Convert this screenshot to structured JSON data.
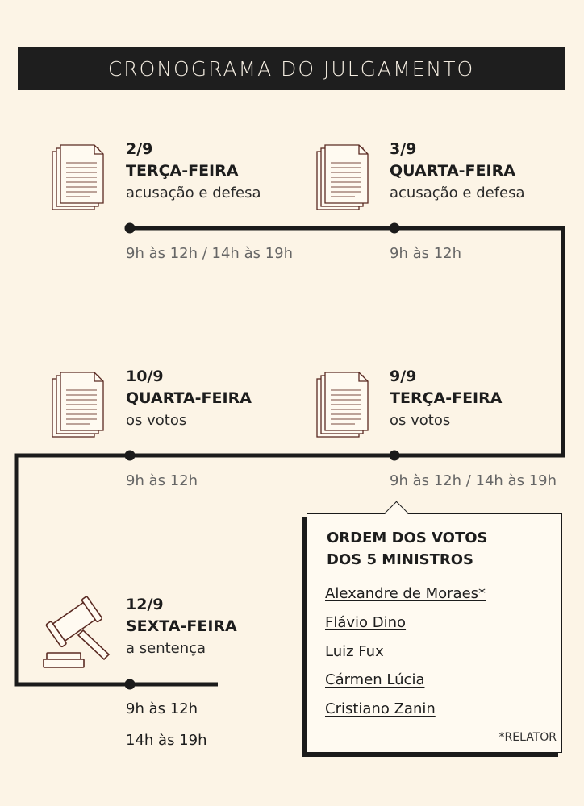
{
  "header": {
    "title": "CRONOGRAMA DO JULGAMENTO"
  },
  "sessions": [
    {
      "date": "2/9",
      "weekday": "TERÇA-FEIRA",
      "topic": "acusação e defesa",
      "time": "9h às 12h / 14h às 19h",
      "icon": "document-stack-icon"
    },
    {
      "date": "3/9",
      "weekday": "QUARTA-FEIRA",
      "topic": "acusação e defesa",
      "time": "9h às 12h",
      "icon": "document-stack-icon"
    },
    {
      "date": "10/9",
      "weekday": "QUARTA-FEIRA",
      "topic": "os votos",
      "time": "9h às 12h",
      "icon": "document-stack-icon"
    },
    {
      "date": "9/9",
      "weekday": "TERÇA-FEIRA",
      "topic": "os votos",
      "time": "9h às 12h / 14h às 19h",
      "icon": "document-stack-icon"
    },
    {
      "date": "12/9",
      "weekday": "SEXTA-FEIRA",
      "topic": "a sentença",
      "time": "9h às 12h",
      "time2": "14h às 19h",
      "icon": "gavel-icon"
    }
  ],
  "vote_order": {
    "title_line1": "ORDEM DOS VOTOS",
    "title_line2": "DOS 5 MINISTROS",
    "ministers": [
      "Alexandre de Moraes*",
      "Flávio Dino",
      "Luiz Fux",
      "Cármen Lúcia",
      "Cristiano Zanin"
    ],
    "footnote": "*RELATOR"
  },
  "colors": {
    "background": "#fcf4e6",
    "banner": "#1e1e1e",
    "line": "#1b1b1b",
    "icon_outline": "#5a2a22"
  }
}
